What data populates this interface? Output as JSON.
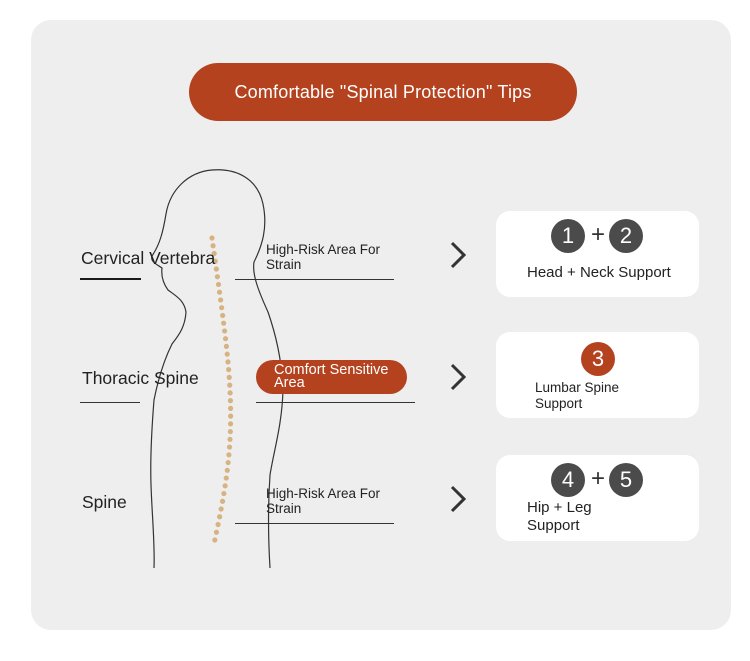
{
  "title": "Comfortable \"Spinal Protection\" Tips",
  "regions": [
    {
      "label": "Cervical Vertebra",
      "note": "High-Risk Area For Strain"
    },
    {
      "label": "Thoracic Spine",
      "note": "Comfort Sensitive Area"
    },
    {
      "label": "Spine",
      "note": "High-Risk Area For Strain"
    }
  ],
  "cards": [
    {
      "numbers": [
        "1",
        "2"
      ],
      "plus": "+",
      "text": "Head + Neck Support"
    },
    {
      "numbers": [
        "3"
      ],
      "text": "Lumbar Spine Support"
    },
    {
      "numbers": [
        "4",
        "5"
      ],
      "plus": "+",
      "text": "Hip + Leg Support"
    }
  ],
  "colors": {
    "accent": "#b4421f",
    "badge_gray": "#4b4b4b",
    "panel": "#efeeee",
    "vertebra": "#d6b382"
  },
  "icons": [
    "chevron-right-icon",
    "chevron-right-icon",
    "chevron-right-icon"
  ]
}
